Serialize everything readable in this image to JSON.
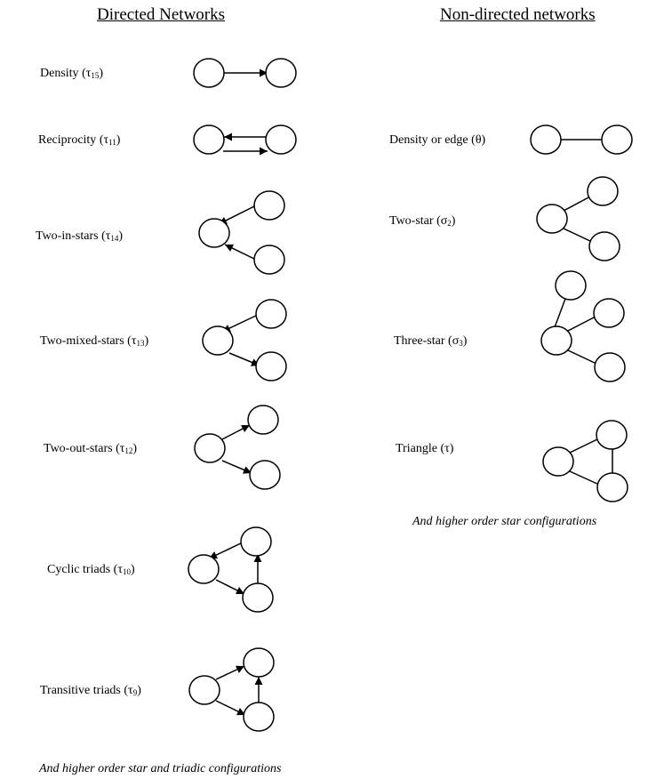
{
  "headings": {
    "directed": "Directed Networks",
    "non_directed": "Non-directed networks"
  },
  "directed": [
    {
      "name": "Density",
      "sym": "τ",
      "sub": "15"
    },
    {
      "name": "Reciprocity",
      "sym": "τ",
      "sub": "11"
    },
    {
      "name": "Two-in-stars",
      "sym": "τ",
      "sub": "14"
    },
    {
      "name": "Two-mixed-stars",
      "sym": "τ",
      "sub": "13"
    },
    {
      "name": "Two-out-stars",
      "sym": "τ",
      "sub": "12"
    },
    {
      "name": "Cyclic triads",
      "sym": "τ",
      "sub": "10"
    },
    {
      "name": "Transitive triads",
      "sym": "τ",
      "sub": "9"
    }
  ],
  "non_directed": [
    {
      "name": "Density or edge",
      "sym": "θ",
      "sub": ""
    },
    {
      "name": "Two-star",
      "sym": "σ",
      "sub": "2"
    },
    {
      "name": "Three-star",
      "sym": "σ",
      "sub": "3"
    },
    {
      "name": "Triangle",
      "sym": "τ",
      "sub": ""
    }
  ],
  "footers": {
    "directed": "And higher order star and triadic configurations",
    "non_directed": "And higher order star configurations"
  }
}
